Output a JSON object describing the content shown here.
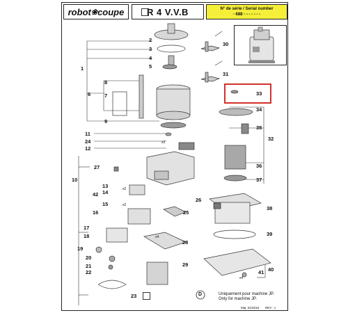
{
  "header": {
    "brand_left": "robot",
    "brand_mark": "❀",
    "brand_right": "coupe",
    "model": "R 4 V.V.B",
    "serial_line1": "N° de série / Serial number",
    "serial_line2": "- 688 - - - - -   - -"
  },
  "callouts": {
    "n1": "1",
    "n2": "2",
    "n3": "3",
    "n4": "4",
    "n5": "5",
    "n6": "6",
    "n7": "7",
    "n8": "8",
    "n9": "9",
    "n10": "10",
    "n11": "11",
    "n12": "12",
    "n13": "13",
    "n14": "14",
    "n15": "15",
    "n16": "16",
    "n17": "17",
    "n18": "18",
    "n19": "19",
    "n20": "20",
    "n21": "21",
    "n22": "22",
    "n23": "23",
    "n24": "24",
    "n25": "25",
    "n26": "26",
    "n27": "27",
    "n28": "28",
    "n29": "29",
    "n30": "30",
    "n31": "31",
    "n32": "32",
    "n33": "33",
    "n34": "34",
    "n35": "35",
    "n36": "36",
    "n37": "37",
    "n38": "38",
    "n39": "39",
    "n40": "40",
    "n41": "41",
    "n42": "42"
  },
  "qty": {
    "q1": "x2",
    "q2": "x2",
    "q3": "x2",
    "q4": "x4",
    "q5": "x4"
  },
  "note": {
    "d_symbol": "D",
    "line1": "Uniquement pour machine JP.",
    "line2": "Only for machine JP."
  },
  "footer": {
    "date": "Maj: 01/2018",
    "rev": "REV : c"
  },
  "colors": {
    "highlight": "#d3302a",
    "serial_bg": "#f5ef3a"
  }
}
